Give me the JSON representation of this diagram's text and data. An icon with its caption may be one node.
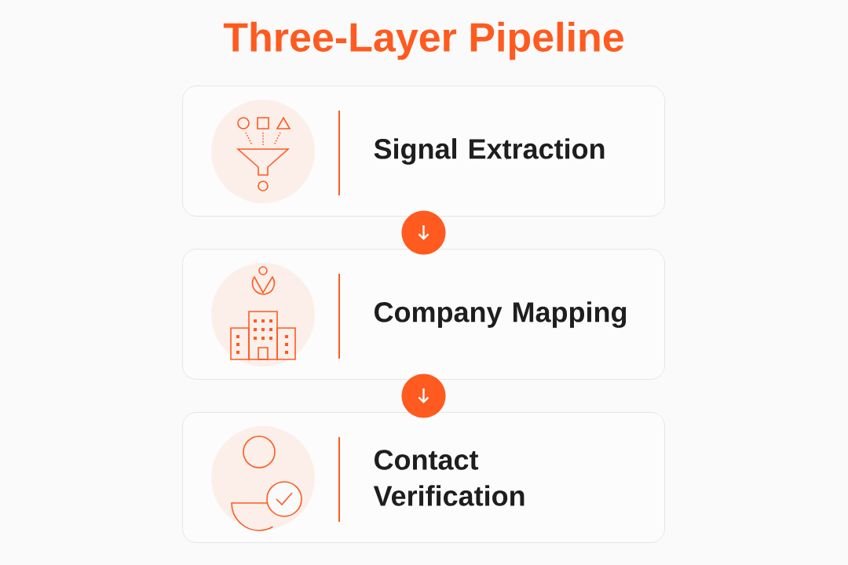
{
  "diagram": {
    "title": "Three-Layer Pipeline",
    "nodes": [
      {
        "text": [
          "Signal Extraction"
        ]
      },
      {
        "text": [
          "Company Mapping"
        ]
      },
      {
        "text": [
          "Contact Verification"
        ]
      }
    ],
    "edges": [
      {
        "from": 0,
        "to": 1,
        "arrow": "to"
      },
      {
        "from": 1,
        "to": 2,
        "arrow": "to"
      }
    ]
  }
}
